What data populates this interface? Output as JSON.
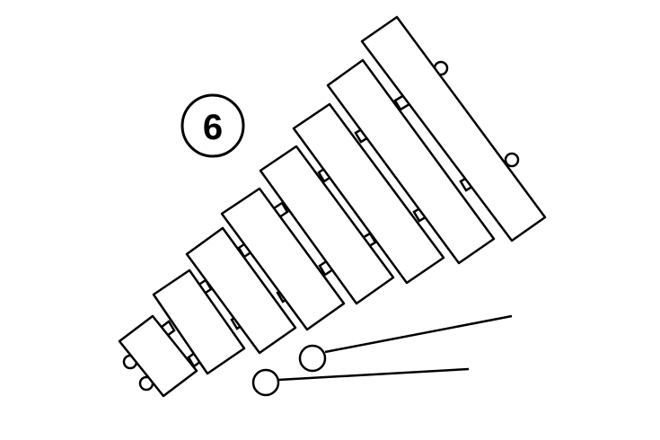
{
  "illustration": {
    "badge_number": "6",
    "colors": {
      "stroke": "#000000",
      "fill": "#ffffff",
      "background": "#ffffff"
    },
    "instrument": "xylophone-icon",
    "bar_count": 8,
    "mallet_count": 2
  }
}
